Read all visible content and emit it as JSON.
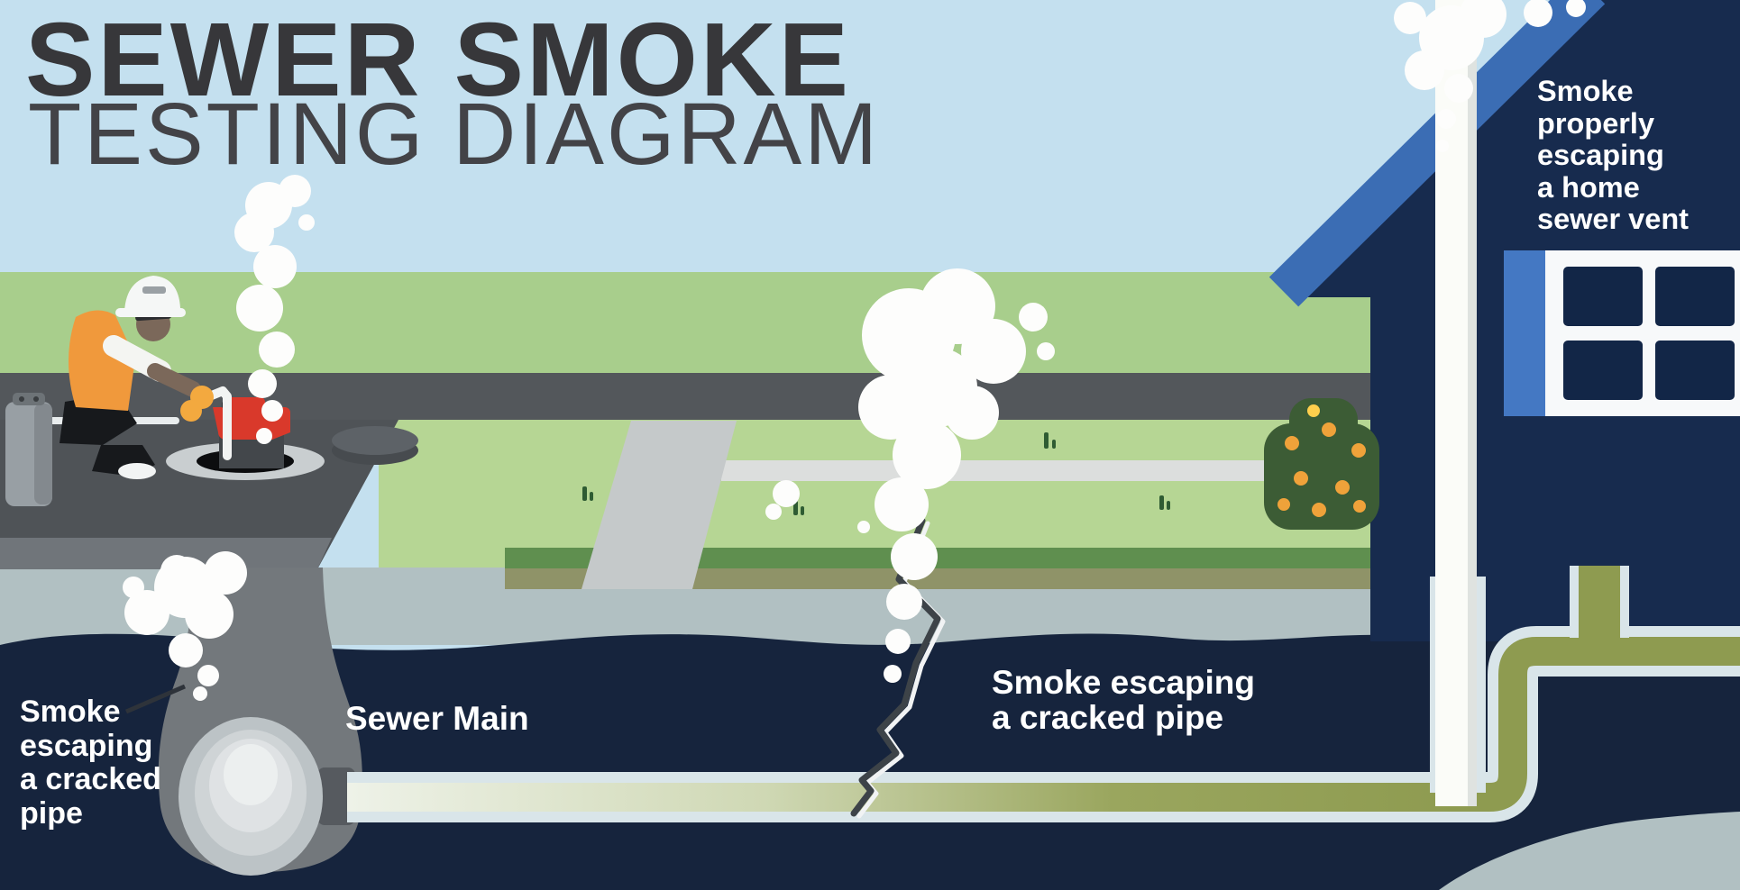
{
  "title": {
    "line1": "SEWER SMOKE",
    "line2": "TESTING DIAGRAM"
  },
  "labels": {
    "left_crack": {
      "lines": [
        "Smoke",
        "escaping",
        "a cracked",
        "pipe"
      ]
    },
    "sewer_main": {
      "text": "Sewer Main"
    },
    "mid_crack": {
      "lines": [
        "Smoke escaping",
        "a cracked pipe"
      ]
    },
    "vent": {
      "lines": [
        "Smoke",
        "properly",
        "escaping",
        "a home",
        "sewer vent"
      ]
    }
  },
  "palette": {
    "sky": "#c4e0ef",
    "back_grass": "#a8ce8c",
    "street": "#53575b",
    "curb": "#70757a",
    "sidewalk": "#c5c9ca",
    "lawn": "#b6d694",
    "walk_path": "#dcdedd",
    "lawn_edge_dark": "#5f8f4f",
    "lawn_edge_olive": "#8f9368",
    "soil": "#b1c0c2",
    "underground_navy": "#16243d",
    "house_navy": "#172b4e",
    "roof_blue": "#3b6db4",
    "window_blue": "#4478c3",
    "pipe_olive": "#8e9b50",
    "pipe_halo": "#d9e5e9",
    "junction_gray": "#73787c",
    "smoke_white": "#fdfdfc",
    "blower_red": "#d9392b",
    "vest_orange": "#f0993c",
    "title_dark": "#37373a",
    "label_white": "#ffffff"
  },
  "scene_icons": [
    "smoke-plume-icon",
    "manhole-icon",
    "smoke-blower-icon",
    "worker-icon",
    "house-icon",
    "window-icon",
    "vent-pipe-icon",
    "sewer-main-pipe-icon",
    "crack-icon",
    "bush-icon",
    "gas-canister-icon",
    "manhole-cover-icon"
  ]
}
